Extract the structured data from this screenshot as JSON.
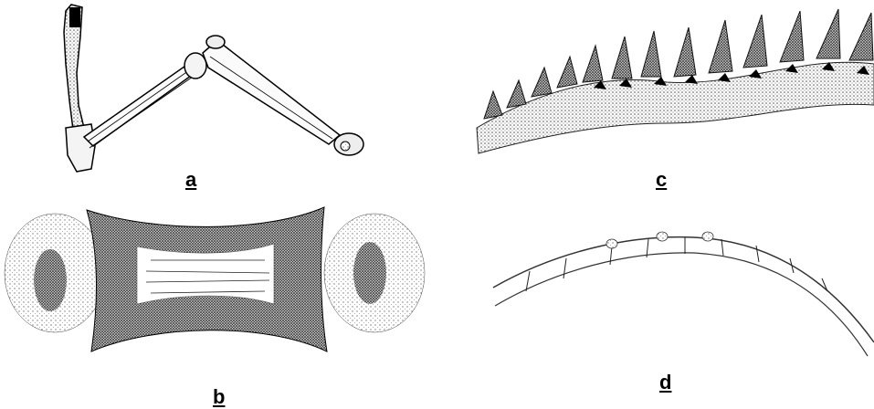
{
  "figure": {
    "panels": [
      {
        "id": "a",
        "label": "a",
        "subject": "limb-bones"
      },
      {
        "id": "b",
        "label": "b",
        "subject": "vertebral-body-cross-section"
      },
      {
        "id": "c",
        "label": "c",
        "subject": "spine-segment"
      },
      {
        "id": "d",
        "label": "d",
        "subject": "tail-vertebrae-outline"
      }
    ]
  },
  "colors": {
    "ink": "#000000",
    "shade": "#9a9a9a",
    "paper": "#ffffff"
  }
}
